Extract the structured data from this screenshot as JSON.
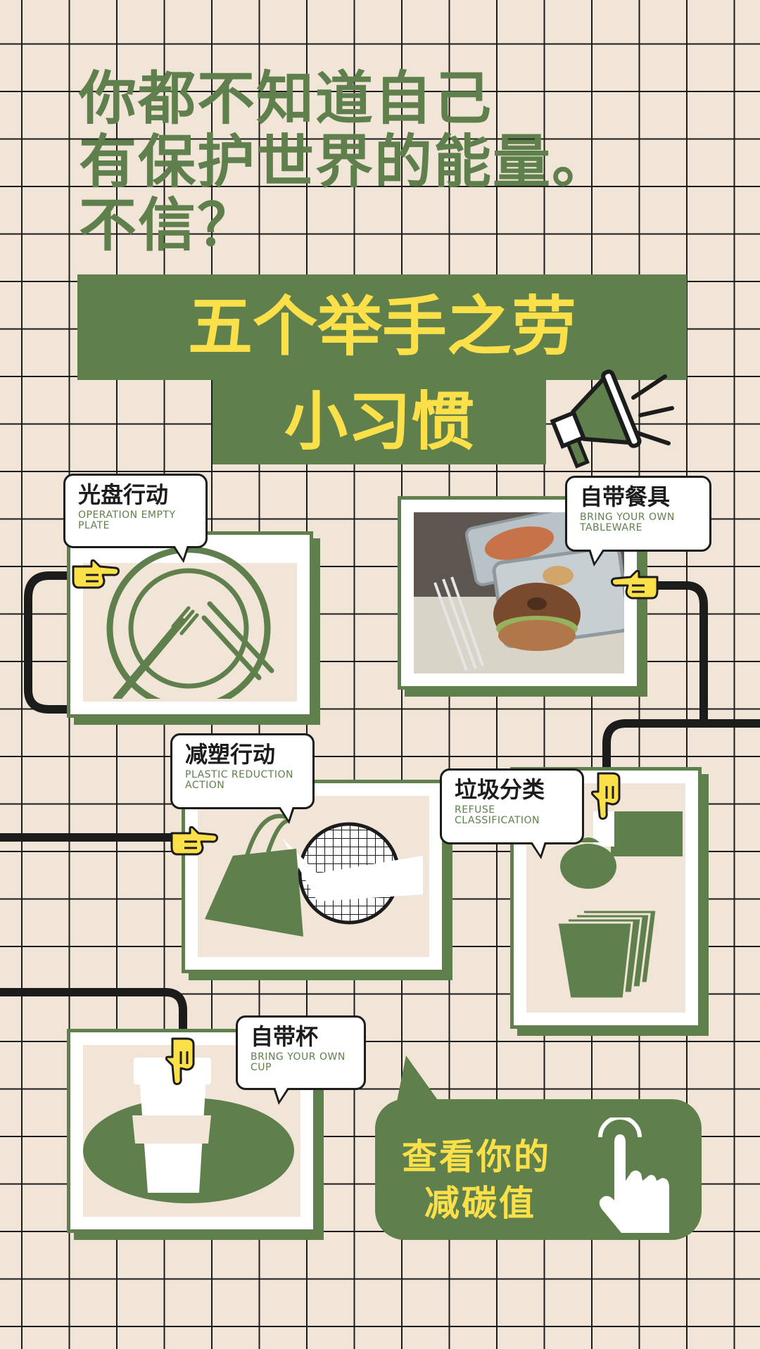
{
  "headline": {
    "line1": "你都不知道自己",
    "line2": "有保护世界的能量。",
    "line3": "不信？"
  },
  "banner": {
    "line1": "五个举手之劳",
    "line2": "小习惯"
  },
  "cards": {
    "plate": {
      "cn": "光盘行动",
      "en": "OPERATION EMPTY PLATE"
    },
    "tableware": {
      "cn": "自带餐具",
      "en": "BRING YOUR OWN TABLEWARE"
    },
    "plastic": {
      "cn": "减塑行动",
      "en": "PLASTIC REDUCTION ACTION"
    },
    "refuse": {
      "cn": "垃圾分类",
      "en": "REFUSE CLASSIFICATION"
    },
    "cup": {
      "cn": "自带杯",
      "en": "BRING YOUR OWN CUP"
    }
  },
  "cta": {
    "line1": "查看你的",
    "line2": "减碳值"
  },
  "colors": {
    "green": "#5f7f4c",
    "yellow": "#fbe04a",
    "beige": "#f1e5d7",
    "ink": "#1c1c1c"
  },
  "icons": [
    "megaphone-icon",
    "pointing-hand-icon",
    "tap-hand-icon",
    "plate-fork-chopsticks-icon",
    "tote-bag-icon",
    "trash-bin-icon",
    "coffee-cup-icon"
  ]
}
